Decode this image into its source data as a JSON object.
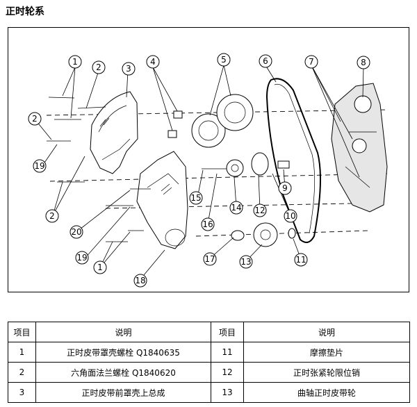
{
  "page_title": "正时轮系",
  "callouts": [
    "1",
    "2",
    "3",
    "4",
    "5",
    "6",
    "7",
    "8",
    "2",
    "19",
    "2",
    "20",
    "19",
    "1",
    "18",
    "15",
    "16",
    "14",
    "12",
    "10",
    "9",
    "17",
    "13",
    "11"
  ],
  "table": {
    "headers": [
      "项目",
      "说明",
      "项目",
      "说明"
    ],
    "rows": [
      [
        "1",
        "正时皮带罩壳螺栓  Q1840635",
        "11",
        "摩擦垫片"
      ],
      [
        "2",
        "六角面法兰螺栓  Q1840620",
        "12",
        "正时张紧轮限位销"
      ],
      [
        "3",
        "正时皮带前罩壳上总成",
        "13",
        "曲轴正时皮带轮"
      ]
    ]
  }
}
